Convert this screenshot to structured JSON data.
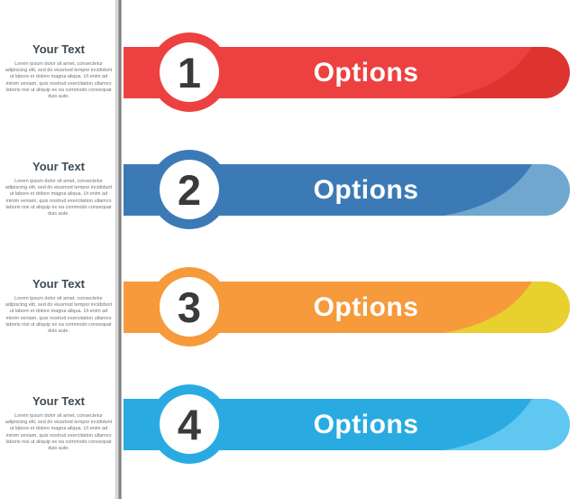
{
  "infographic": {
    "description": "Four-step options infographic with numbered pill bars on a vertical metallic line",
    "line_color": "#9a9a9a",
    "options_text_color": "#ffffff",
    "number_color": "#3a3a3a",
    "side_heading_color": "#3f4b55",
    "side_body_color": "#6e7478",
    "rows": [
      {
        "number": "1",
        "label": "Options",
        "heading": "Your Text",
        "body": "Lorem ipsum dolor sit amet, consectetur adipiscing elit, sed do eiusmod tempor incididunt ut labore et dolore magna aliqua. Ut enim ad minim veniam, quis nostrud exercitation ullamco laboris nisi ut aliquip ex ea commodo consequat duis aute.",
        "bar_color": "#ec4140",
        "swoosh_color": "#dd3430"
      },
      {
        "number": "2",
        "label": "Options",
        "heading": "Your Text",
        "body": "Lorem ipsum dolor sit amet, consectetur adipiscing elit, sed do eiusmod tempor incididunt ut labore et dolore magna aliqua. Ut enim ad minim veniam, quis nostrud exercitation ullamco laboris nisi ut aliquip ex ea commodo consequat duis aute.",
        "bar_color": "#3c7ab6",
        "swoosh_color": "#6fa7cf"
      },
      {
        "number": "3",
        "label": "Options",
        "heading": "Your Text",
        "body": "Lorem ipsum dolor sit amet, consectetur adipiscing elit, sed do eiusmod tempor incididunt ut labore et dolore magna aliqua. Ut enim ad minim veniam, quis nostrud exercitation ullamco laboris nisi ut aliquip ex ea commodo consequat duis aute.",
        "bar_color": "#f69a3c",
        "swoosh_color": "#e8d02f"
      },
      {
        "number": "4",
        "label": "Options",
        "heading": "Your Text",
        "body": "Lorem ipsum dolor sit amet, consectetur adipiscing elit, sed do eiusmod tempor incididunt ut labore et dolore magna aliqua. Ut enim ad minim veniam, quis nostrud exercitation ullamco laboris nisi ut aliquip ex ea commodo consequat duis aute.",
        "bar_color": "#29abe2",
        "swoosh_color": "#60c7f0"
      }
    ]
  }
}
